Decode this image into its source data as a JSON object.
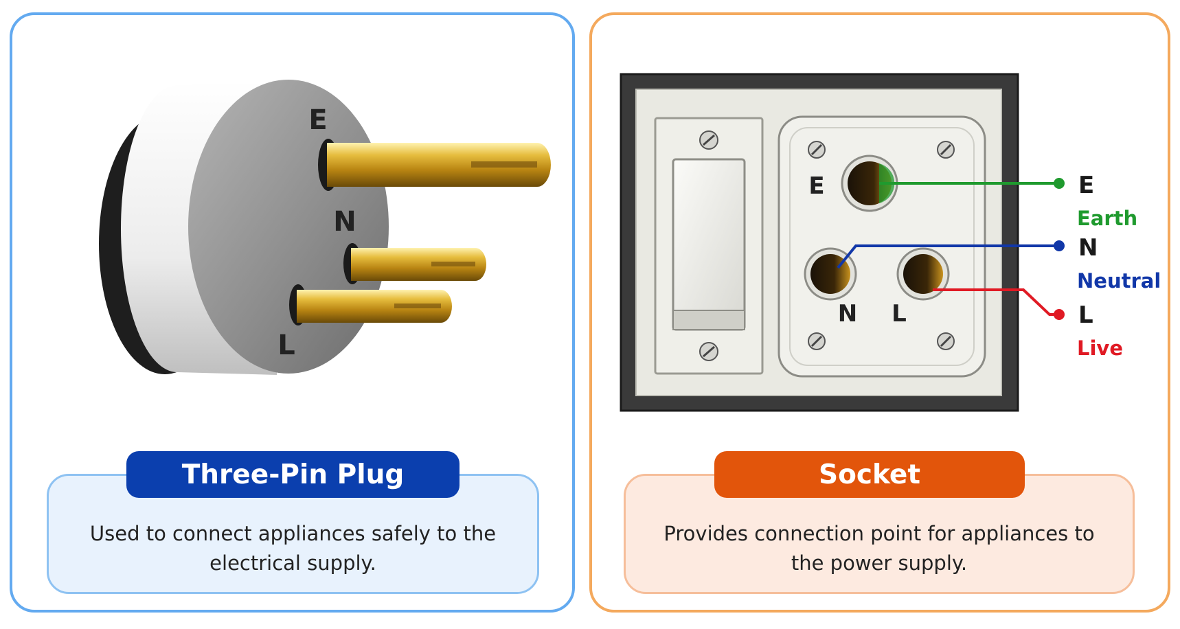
{
  "plug": {
    "title": "Three-Pin Plug",
    "description": "Used to connect appliances safely to the electrical supply.",
    "pin_labels": {
      "earth": "E",
      "neutral": "N",
      "live": "L"
    }
  },
  "socket": {
    "title": "Socket",
    "description": "Provides connection point for appliances to the power supply.",
    "hole_labels": {
      "earth": "E",
      "neutral": "N",
      "live": "L"
    },
    "legend": [
      {
        "letter": "E",
        "name": "Earth",
        "color": "#1f9a2e"
      },
      {
        "letter": "N",
        "name": "Neutral",
        "color": "#1137a8"
      },
      {
        "letter": "L",
        "name": "Live",
        "color": "#e01a24"
      }
    ]
  },
  "colors": {
    "plug_border": "#63aaf0",
    "socket_border": "#f4a95d",
    "plug_title_bg": "#0b3fae",
    "socket_title_bg": "#e2550b"
  }
}
